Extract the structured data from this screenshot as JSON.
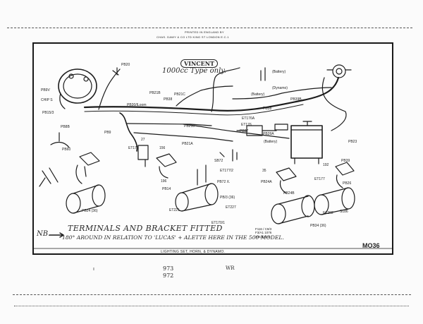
{
  "header": {
    "printer_line1": "PRINTED IN ENGLAND BY",
    "printer_line2": "CHAS. DAWY & CO LTD   KING ST LONDON E.C.1"
  },
  "title_plate": "VINCENT",
  "handwritten_top": "1000cc Type only.",
  "labels": {
    "pb20": "PB20",
    "pb9v": "PB9V",
    "chip": "CHIP S",
    "pb15": "PB15/3",
    "pb8b": "PB8B",
    "pb60": "PB60",
    "pb30": "PB30/ILoom",
    "pb21b": "PB21B",
    "pb21c": "PB21C",
    "pb38": "PB38",
    "battery1": "(Battery)",
    "dynamo": "(Dynamo)",
    "battery2": "(Battery)",
    "pb38b": "PB38",
    "pb39b": "PB39B",
    "et176a": "ET176A",
    "et176": "ET176",
    "pb37": "PB37",
    "pb39a": "PB39A",
    "battery3": "(Battery)",
    "pb23": "PB23",
    "pb210": "PB210",
    "pb9": "PB9",
    "et175": "ET175",
    "pb21a": "PB21A",
    "et177": "ET177/2",
    "sb72": "SB72",
    "pb24": "PB24 (36)",
    "pb24a": "PB24A",
    "pb24b": "PB24B",
    "et177b": "ET177",
    "pb26": "PB26",
    "pb39": "PB39",
    "pb14": "PB14",
    "et221": "ET221",
    "et227": "ET227",
    "et170": "ET170/1",
    "pb34": "PB34 (36)",
    "et202": "ET202",
    "pb": "PB/3 (36)",
    "s186": "S186",
    "pb72": "PB72 X.",
    "n35": "35",
    "n196": "196",
    "n156": "156",
    "n27": "27",
    "n192": "192",
    "model_nos": "F116 / C9/3\nF3/A1 1076\n1063/2008"
  },
  "note": {
    "prefix": "NB.",
    "line1": "TERMINALS AND BRACKET FITTED",
    "line2": "180° AROUND IN RELATION TO 'LUCAS' + ALETTE HERE IN THE 500 MODEL."
  },
  "caption": "LIGHTING SET, HORN, & DYNAMO.",
  "plate_code": "MO36",
  "margin_notes": {
    "num1": "973",
    "num2": "972",
    "initials": "WR"
  }
}
